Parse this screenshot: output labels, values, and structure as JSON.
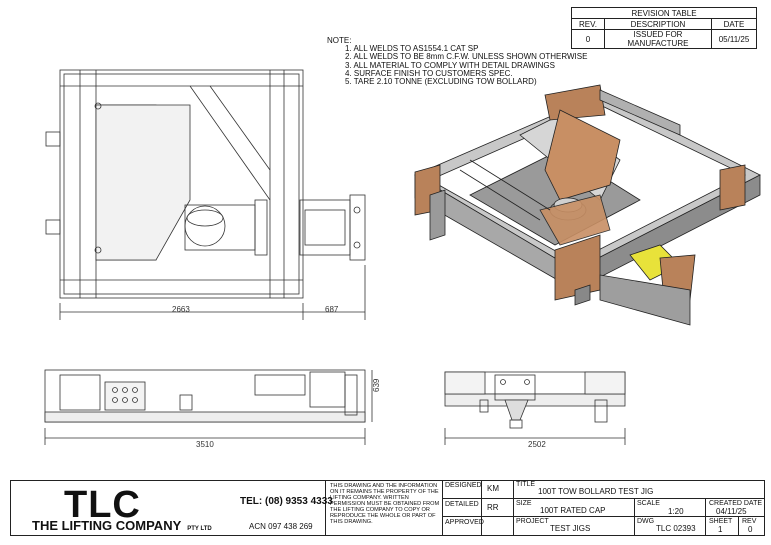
{
  "revision_table": {
    "title": "REVISION TABLE",
    "headers": [
      "REV.",
      "DESCRIPTION",
      "DATE"
    ],
    "rows": [
      [
        "0",
        "ISSUED FOR MANUFACTURE",
        "05/11/25"
      ]
    ]
  },
  "notes": {
    "heading": "NOTE:",
    "items": [
      "1. ALL WELDS TO AS1554.1 CAT SP",
      "2. ALL WELDS TO BE 8mm C.F.W. UNLESS SHOWN OTHERWISE",
      "3. ALL MATERIAL TO COMPLY WITH DETAIL DRAWINGS",
      "4. SURFACE FINISH TO CUSTOMERS SPEC.",
      "5. TARE 2.10 TONNE (EXCLUDING TOW BOLLARD)"
    ]
  },
  "dimensions": {
    "plan_width": "2663",
    "plan_extension": "687",
    "side_length": "3510",
    "side_height": "639",
    "end_width": "2502"
  },
  "title_block": {
    "logo": "TLC",
    "company": "THE LIFTING COMPANY",
    "company_suffix": "PTY LTD",
    "tel": "TEL: (08) 9353 4333",
    "acn": "ACN 097 438 269",
    "disclaimer": "THIS DRAWING AND THE INFORMATION ON IT REMAINS THE PROPERTY OF THE LIFTING COMPANY. WRITTEN PERMISSION MUST BE OBTAINED FROM THE LIFTING COMPANY TO COPY OR REPRODUCE THE WHOLE OR PART OF THIS DRAWING.",
    "designed_label": "DESIGNED",
    "designed_value": "KM",
    "detailed_label": "DETAILED",
    "detailed_value": "RR",
    "approved_label": "APPROVED",
    "title_label": "TITLE",
    "title_value": "100T TOW BOLLARD TEST JIG",
    "size_label": "SIZE",
    "size_value": "100T RATED CAP",
    "scale_label": "SCALE",
    "scale_value": "1:20",
    "created_label": "CREATED DATE",
    "created_value": "04/11/25",
    "project_label": "PROJECT",
    "project_value": "TEST JIGS",
    "dwg_label": "DWG",
    "dwg_value": "TLC 02393",
    "sheet_label": "SHEET",
    "sheet_value": "1",
    "rev_label": "REV",
    "rev_value": "0"
  },
  "colors": {
    "line": "#222222",
    "steel": "#9a9a9a",
    "bronze": "#b9825a",
    "yellow": "#e8e23a"
  }
}
